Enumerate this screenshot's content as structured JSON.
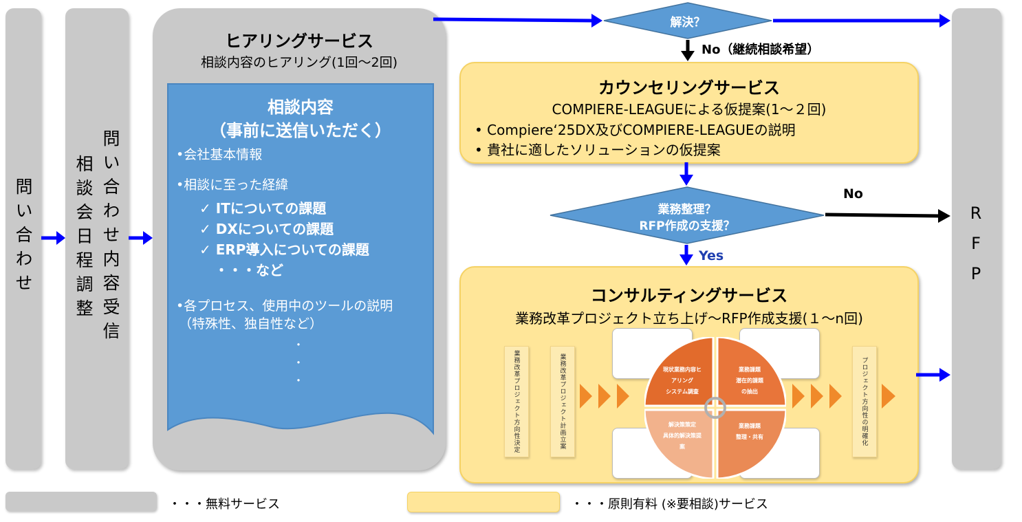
{
  "columns": {
    "inquiry": "問い合わせ",
    "schedule": "相談会日程調整",
    "receive": "問い合わせ内容受信",
    "rfp": [
      "R",
      "F",
      "P"
    ]
  },
  "hearing": {
    "title": "ヒアリングサービス",
    "subtitle": "相談内容のヒアリング(1回～2回)",
    "doc_title_1": "相談内容",
    "doc_title_2": "（事前に送信いただく）",
    "bullet_company": "•会社基本情報",
    "bullet_reason": "•相談に至った経緯",
    "checks": [
      "✓ ITについての課題",
      "✓ DXについての課題",
      "✓ ERP導入についての課題"
    ],
    "etc": "・・・など",
    "bullet_process_1": "•各プロセス、使用中のツールの説明",
    "bullet_process_2": "（特殊性、独自性など）",
    "dot": "・"
  },
  "decisions": {
    "resolved": "解決？",
    "no_continue": "No（継続相談希望）",
    "organize_1": "業務整理？",
    "organize_2": "RFP作成の支援？",
    "no": "No",
    "yes": "Yes"
  },
  "counseling": {
    "title": "カウンセリングサービス",
    "subtitle": "COMPIERE-LEAGUEによる仮提案(1～２回)",
    "bullets": [
      "•  Compiere‘25DX及びCOMPIERE-LEAGUEの説明",
      "•  貴社に適したソリューションの仮提案"
    ]
  },
  "consulting": {
    "title": "コンサルティングサービス",
    "subtitle": "業務改革プロジェクト立ち上げ～RFP作成支援(１～n回)",
    "step1": "業務改革プロジェクト方向性決定",
    "step2": "業務改革プロジェクト計画立案",
    "step_last": "プロジェクト方向性の明確化",
    "q1": [
      "現状業務内容ヒ",
      "アリング",
      "システム調査"
    ],
    "q2": [
      "業務課題",
      "潜在的課題",
      "の抽出"
    ],
    "q3": [
      "解決策策定",
      "具体的解決策提",
      "案"
    ],
    "q4": [
      "業務課題",
      "整理・共有"
    ]
  },
  "legend": {
    "free": "・・・無料サービス",
    "paid": "・・・原則有料 (※要相談)サービス"
  },
  "colors": {
    "free": "#c9c9c9",
    "paid": "#ffe699",
    "doc_blue": "#5b9bd5",
    "arrow_blue": "#0000ff",
    "circle_orange": "#e0703a"
  }
}
